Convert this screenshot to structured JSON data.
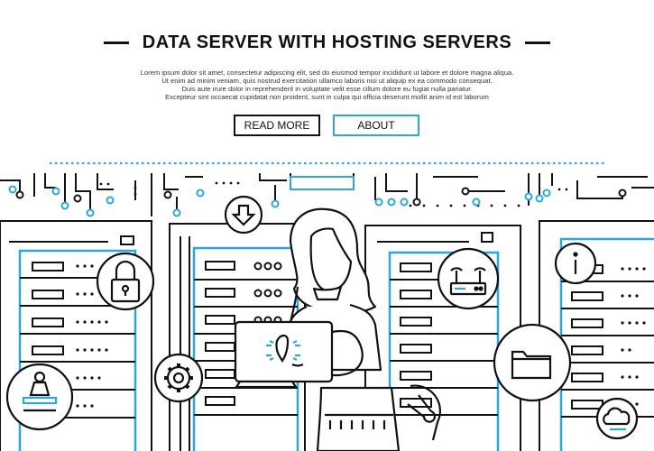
{
  "header": {
    "title": "DATA SERVER WITH HOSTING SERVERS",
    "body_lines": [
      "Lorem ipsum dolor sit amet, consectetur adipiscing elit, sed do eiusmod tempor incididunt ut labore et dolore magna aliqua.",
      "Ut enim ad minim veniam, quis nostrud exercitation ullamco laboris nisi ut aliquip ex ea commodo consequat.",
      "Duis aute irure dolor in reprehenderit in voluptate velit esse cillum dolore eu fugiat nulla pariatur.",
      "Excepteur sint occaecat cupidatat non proident, sunt in culpa qui officia deserunt mollit anim id est laborum"
    ],
    "buttons": {
      "read_more": "READ MORE",
      "about": "ABOUT"
    }
  },
  "colors": {
    "line": "#111111",
    "accent": "#2aa7df",
    "background": "#ffffff"
  },
  "icons": [
    "padlock-icon",
    "download-arrow-icon",
    "router-icon",
    "info-icon",
    "gear-icon",
    "user-icon",
    "folder-icon",
    "cloud-icon",
    "wrench-icon",
    "location-pin-icon"
  ]
}
